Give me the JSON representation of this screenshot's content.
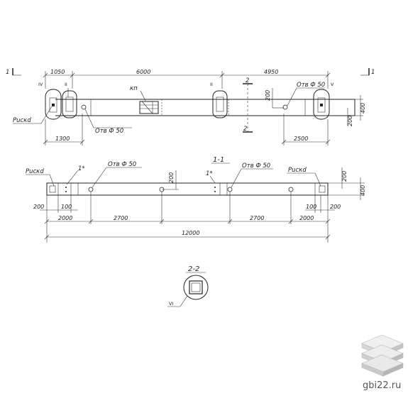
{
  "plan": {
    "top_dims": [
      "1050",
      "6000",
      "4950"
    ],
    "bottom_dims": [
      "1300",
      "2500"
    ],
    "right_dims": [
      "400",
      "200"
    ],
    "inner_dim": "200",
    "section_mark_side": "1",
    "section_mark_22": "2",
    "roman": [
      "IV",
      "II",
      "II",
      "V"
    ],
    "labels": {
      "kp": "кп",
      "ruska": "Рuскd",
      "hole_left": "Отв Ф 50",
      "hole_right": "Отв Ф 50"
    }
  },
  "section11": {
    "title": "1-1",
    "labels": {
      "ruska_left": "Рuскd",
      "ruska_right": "Рuскd",
      "hole_left": "Отв Ф 50",
      "hole_right": "Отв Ф 50",
      "mark_left": "1*",
      "mark_right": "1*"
    },
    "vert_dims": [
      "200",
      "200",
      "400"
    ],
    "small_dims": [
      "200",
      "100",
      "100",
      "200"
    ],
    "row_dims": [
      "2000",
      "2700",
      "2700",
      "2000"
    ],
    "total": "12000"
  },
  "section22": {
    "title": "2-2",
    "mark": "VI"
  },
  "watermark": {
    "text": "gbi22.ru"
  }
}
